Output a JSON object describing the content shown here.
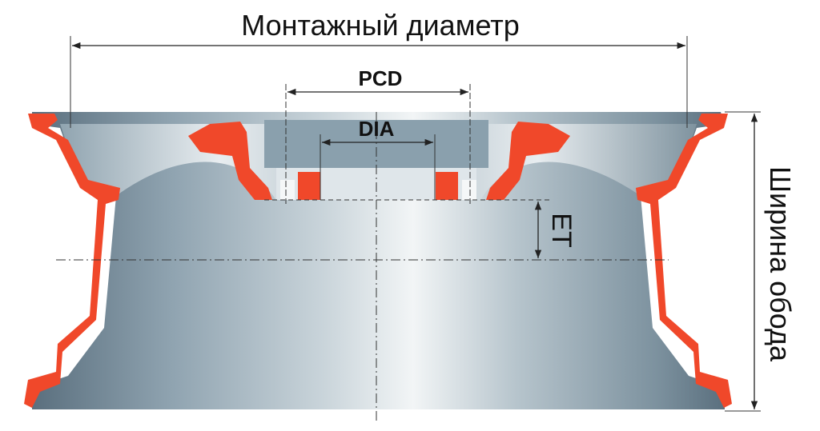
{
  "labels": {
    "mounting_diameter": "Монтажный диаметр",
    "pcd": "PCD",
    "dia": "DIA",
    "et": "ET",
    "rim_width": "Ширина обода"
  },
  "colors": {
    "section": "#f0482a",
    "steel_dark": "#5f7584",
    "steel_light": "#e9eef1",
    "line": "#222222"
  }
}
